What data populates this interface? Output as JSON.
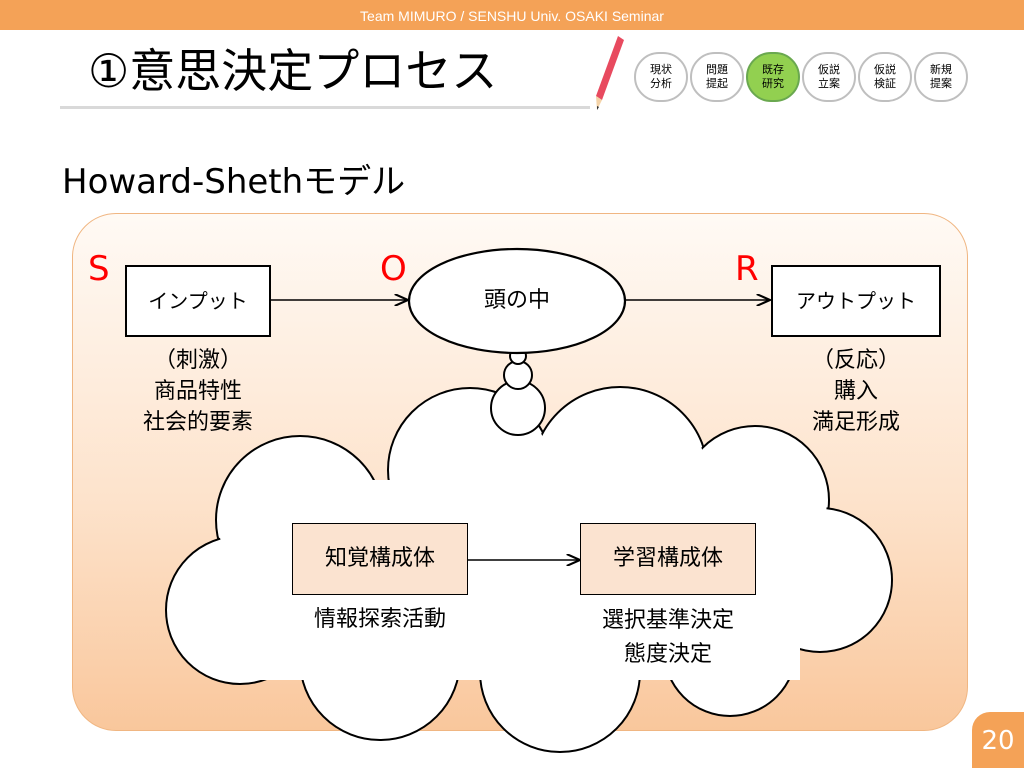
{
  "header": {
    "text": "Team MIMURO / SENSHU Univ.  OSAKI Seminar"
  },
  "title": "①意思決定プロセス",
  "steps": [
    {
      "line1": "現状",
      "line2": "分析",
      "color": "#ffffff"
    },
    {
      "line1": "問題",
      "line2": "提起",
      "color": "#ffffff"
    },
    {
      "line1": "既存",
      "line2": "研究",
      "color": "#92d050"
    },
    {
      "line1": "仮説",
      "line2": "立案",
      "color": "#ffffff"
    },
    {
      "line1": "仮説",
      "line2": "検証",
      "color": "#ffffff"
    },
    {
      "line1": "新規",
      "line2": "提案",
      "color": "#ffffff"
    }
  ],
  "subtitle": "Howard-Shethモデル",
  "diagram": {
    "s_letter": "S",
    "o_letter": "O",
    "r_letter": "R",
    "input_box": "インプット",
    "input_desc": [
      "（刺激）",
      "商品特性",
      "社会的要素"
    ],
    "head": "頭の中",
    "output_box": "アウトプット",
    "output_desc": [
      "（反応）",
      "購入",
      "満足形成"
    ],
    "perception": "知覚構成体",
    "perception_desc": "情報探索活動",
    "learning": "学習構成体",
    "learning_desc": [
      "選択基準決定",
      "態度決定"
    ]
  },
  "page_number": "20",
  "colors": {
    "accent": "#f4a257",
    "sor_red": "#ff0000",
    "highlight_step": "#92d050"
  }
}
